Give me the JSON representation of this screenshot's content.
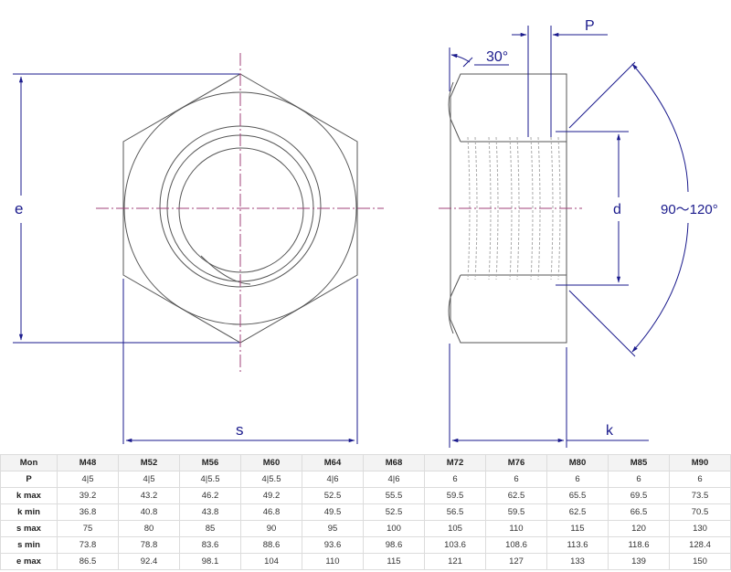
{
  "drawing": {
    "labels": {
      "e": "e",
      "s": "s",
      "k": "k",
      "d": "d",
      "p": "P",
      "chamfer_angle": "30°",
      "countersink_angle": "90～120°"
    },
    "colors": {
      "outline": "#555555",
      "dimension": "#1a1a8c",
      "centerline": "#a0407a"
    }
  },
  "table": {
    "headers": [
      "Mon",
      "M48",
      "M52",
      "M56",
      "M60",
      "M64",
      "M68",
      "M72",
      "M76",
      "M80",
      "M85",
      "M90"
    ],
    "rows": [
      {
        "label": "P",
        "values": [
          "4|5",
          "4|5",
          "4|5.5",
          "4|5.5",
          "4|6",
          "4|6",
          "6",
          "6",
          "6",
          "6",
          "6"
        ]
      },
      {
        "label": "k max",
        "values": [
          "39.2",
          "43.2",
          "46.2",
          "49.2",
          "52.5",
          "55.5",
          "59.5",
          "62.5",
          "65.5",
          "69.5",
          "73.5"
        ]
      },
      {
        "label": "k min",
        "values": [
          "36.8",
          "40.8",
          "43.8",
          "46.8",
          "49.5",
          "52.5",
          "56.5",
          "59.5",
          "62.5",
          "66.5",
          "70.5"
        ]
      },
      {
        "label": "s max",
        "values": [
          "75",
          "80",
          "85",
          "90",
          "95",
          "100",
          "105",
          "110",
          "115",
          "120",
          "130"
        ]
      },
      {
        "label": "s min",
        "values": [
          "73.8",
          "78.8",
          "83.6",
          "88.6",
          "93.6",
          "98.6",
          "103.6",
          "108.6",
          "113.6",
          "118.6",
          "128.4"
        ]
      },
      {
        "label": "e max",
        "values": [
          "86.5",
          "92.4",
          "98.1",
          "104",
          "110",
          "115",
          "121",
          "127",
          "133",
          "139",
          "150"
        ]
      }
    ]
  }
}
